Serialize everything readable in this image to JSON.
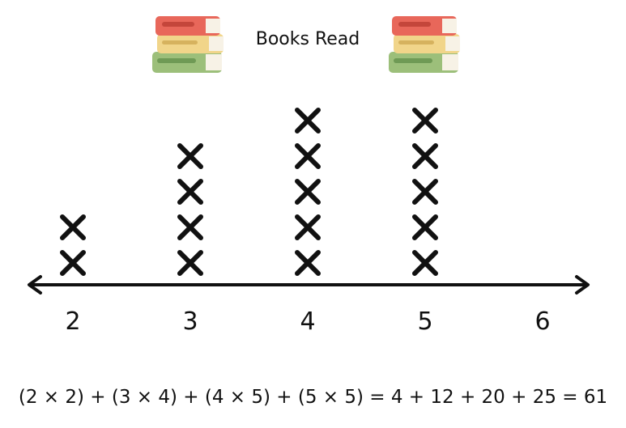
{
  "chart_data": {
    "type": "scatter",
    "subtype": "line-plot",
    "title": "Books Read",
    "categories": [
      "2",
      "3",
      "4",
      "5",
      "6"
    ],
    "values": [
      2,
      4,
      5,
      5,
      0
    ],
    "marker": "X",
    "xlabel": "",
    "ylabel": ""
  },
  "equation": "(2 × 2) + (3 × 4) + (4 × 5) + (5 × 5) = 4 + 12 + 20 + 25 = 61",
  "decorations": {
    "left_icon": "book-stack-icon",
    "right_icon": "book-stack-icon"
  },
  "colors": {
    "ink": "#111111",
    "book_red": "#e8675a",
    "book_yellow": "#f1d58a",
    "book_green": "#9cbf7a",
    "book_page": "#f7f2e6"
  }
}
